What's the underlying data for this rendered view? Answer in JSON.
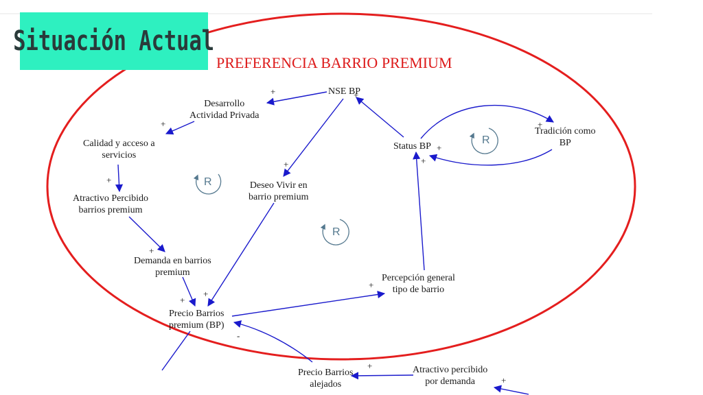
{
  "slide": {
    "title": "Situación Actual",
    "subtitle": "PREFERENCIA BARRIO PREMIUM"
  },
  "nodes": {
    "nse_bp": "NSE BP",
    "desarrollo": "Desarrollo\nActividad Privada",
    "calidad": "Calidad y acceso a\nservicios",
    "atractivo": "Atractivo Percibido\nbarrios premium",
    "demanda": "Demanda en barrios\npremium",
    "precio_bp": "Precio Barrios\npremium (BP)",
    "deseo": "Deseo Vivir en\nbarrio premium",
    "status": "Status BP",
    "tradicion": "Tradición como\nBP",
    "percepcion": "Percepción general\ntipo de barrio",
    "precio_alejados": "Precio Barrios\nalejados",
    "atractivo_demanda": "Atractivo percibido\npor demanda"
  },
  "polarities": {
    "p1": "+",
    "p2": "+",
    "p3": "+",
    "p4": "+",
    "p5": "+",
    "p6": "+",
    "p7": "+",
    "p8": "+",
    "p9": "+",
    "p10": "+",
    "p11": "+",
    "p12": "+",
    "p13": "-",
    "p14": "+",
    "p15": "+"
  },
  "loops": {
    "loop_left": "R",
    "loop_center": "R",
    "loop_right": "R"
  },
  "colors": {
    "ellipse": "#e41e1e",
    "arrow": "#1a1acc",
    "loop": "#55798f",
    "title_bg": "#2ef0c0"
  }
}
